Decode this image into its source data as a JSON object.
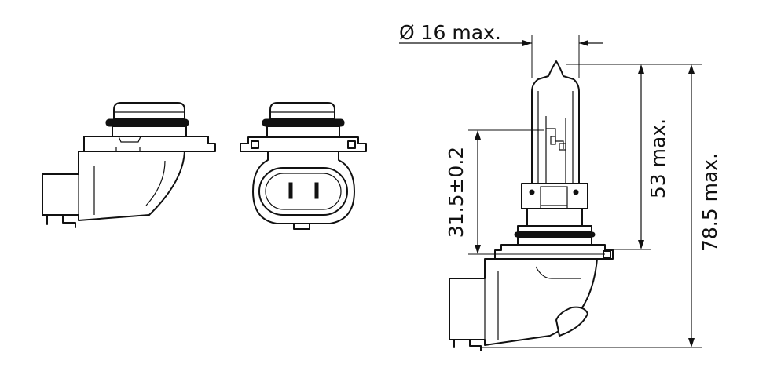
{
  "dimensions": {
    "diameter": "Ø 16 max.",
    "height_bulb": "53 max.",
    "height_total": "78.5 max.",
    "light_center": "31.5±0.2"
  }
}
